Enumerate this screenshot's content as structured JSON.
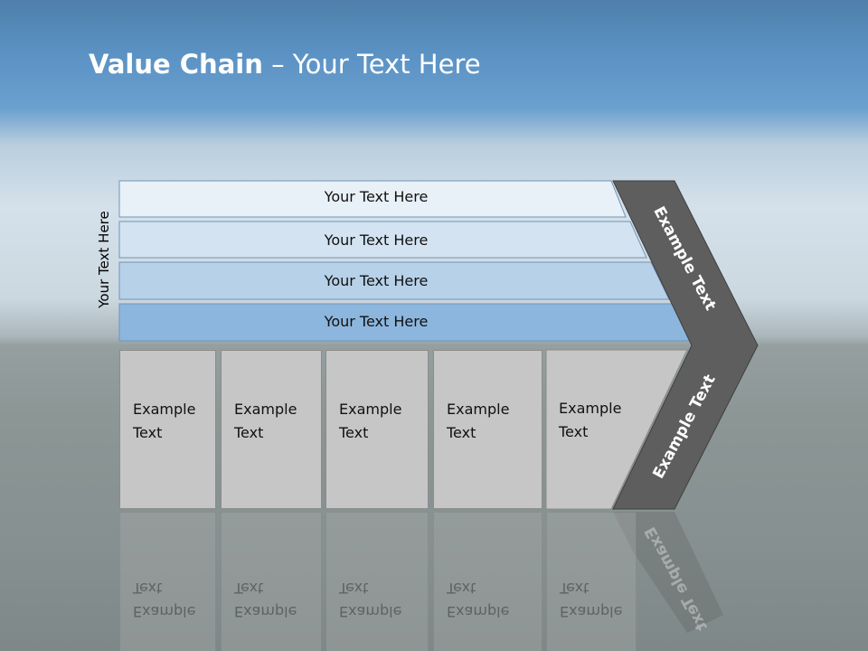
{
  "slide": {
    "title_bold": "Value Chain",
    "title_rest": " – Your Text Here",
    "side_label": "Your Text Here"
  },
  "support_activities": [
    {
      "label": "Your Text Here",
      "fill": "#e8f0f8"
    },
    {
      "label": "Your Text Here",
      "fill": "#d3e3f1"
    },
    {
      "label": "Your Text Here",
      "fill": "#b7d1e8"
    },
    {
      "label": "Your Text Here",
      "fill": "#8cb6dd"
    }
  ],
  "primary_activities": [
    {
      "line1": "Example",
      "line2": "Text"
    },
    {
      "line1": "Example",
      "line2": "Text"
    },
    {
      "line1": "Example",
      "line2": "Text"
    },
    {
      "line1": "Example",
      "line2": "Text"
    },
    {
      "line1": "Example",
      "line2": "Text"
    }
  ],
  "chevron": {
    "upper_label": "Example Text",
    "lower_label": "Example Text",
    "fill": "#5e5e5e"
  }
}
